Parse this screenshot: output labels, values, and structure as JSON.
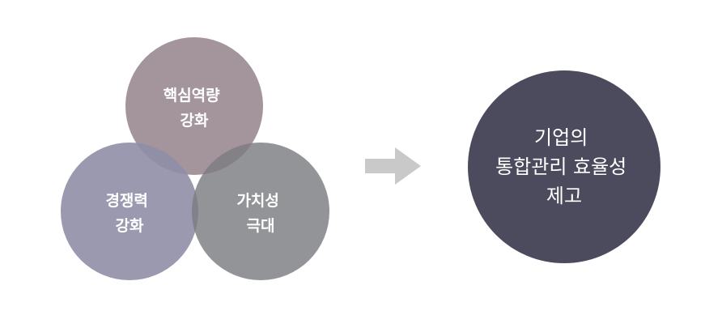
{
  "venn": {
    "top": {
      "lines": [
        "핵심역량",
        "강화"
      ],
      "color": "#9a8a92"
    },
    "left": {
      "lines": [
        "경쟁력",
        "강화"
      ],
      "color": "#8f8ea6"
    },
    "right": {
      "lines": [
        "가치성",
        "극대"
      ],
      "color": "#7b7c80"
    }
  },
  "arrow": {
    "color": "#c9c9c9"
  },
  "result": {
    "lines": [
      "기업의",
      "통합관리 효율성",
      "제고"
    ],
    "color": "#4c4b5e"
  }
}
